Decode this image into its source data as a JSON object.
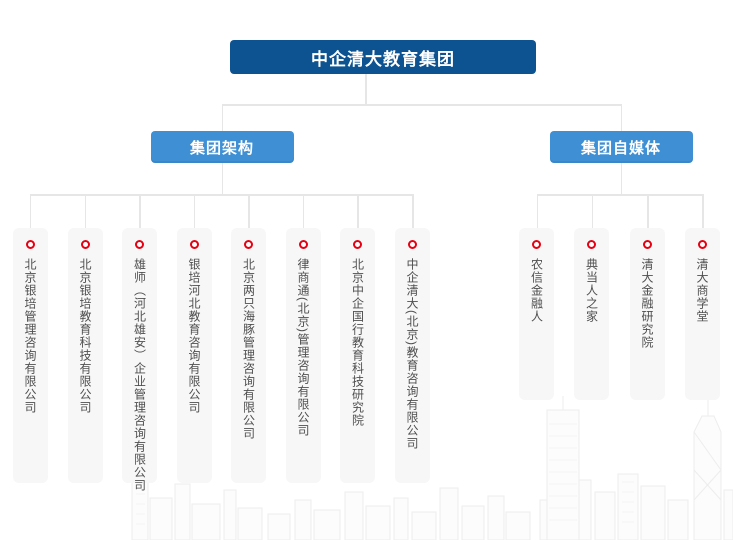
{
  "root": {
    "label": "中企清大教育集团"
  },
  "branches": [
    {
      "label": "集团架构",
      "children": [
        "北京银培管理咨询有限公司",
        "北京银培教育科技有限公司",
        "雄师（河北雄安）企业管理咨询有限公司",
        "银培河北教育咨询有限公司",
        "北京两只海豚管理咨询有限公司",
        "律商通(北京)管理咨询有限公司",
        "北京中企国行教育科技研究院",
        "中企清大(北京)教育咨询有限公司"
      ]
    },
    {
      "label": "集团自媒体",
      "children": [
        "农信金融人",
        "典当人之家",
        "清大金融研究院",
        "清大商学堂"
      ]
    }
  ],
  "icons": {
    "node_marker": "red-ring"
  },
  "colors": {
    "root_bg": "#0d5391",
    "branch_bg": "#3e8fd3",
    "card_bg": "#f7f7f7",
    "ring": "#e60012",
    "connector": "#e6e6e6",
    "card_text": "#4f4f4f",
    "skyline": "#ededed"
  }
}
